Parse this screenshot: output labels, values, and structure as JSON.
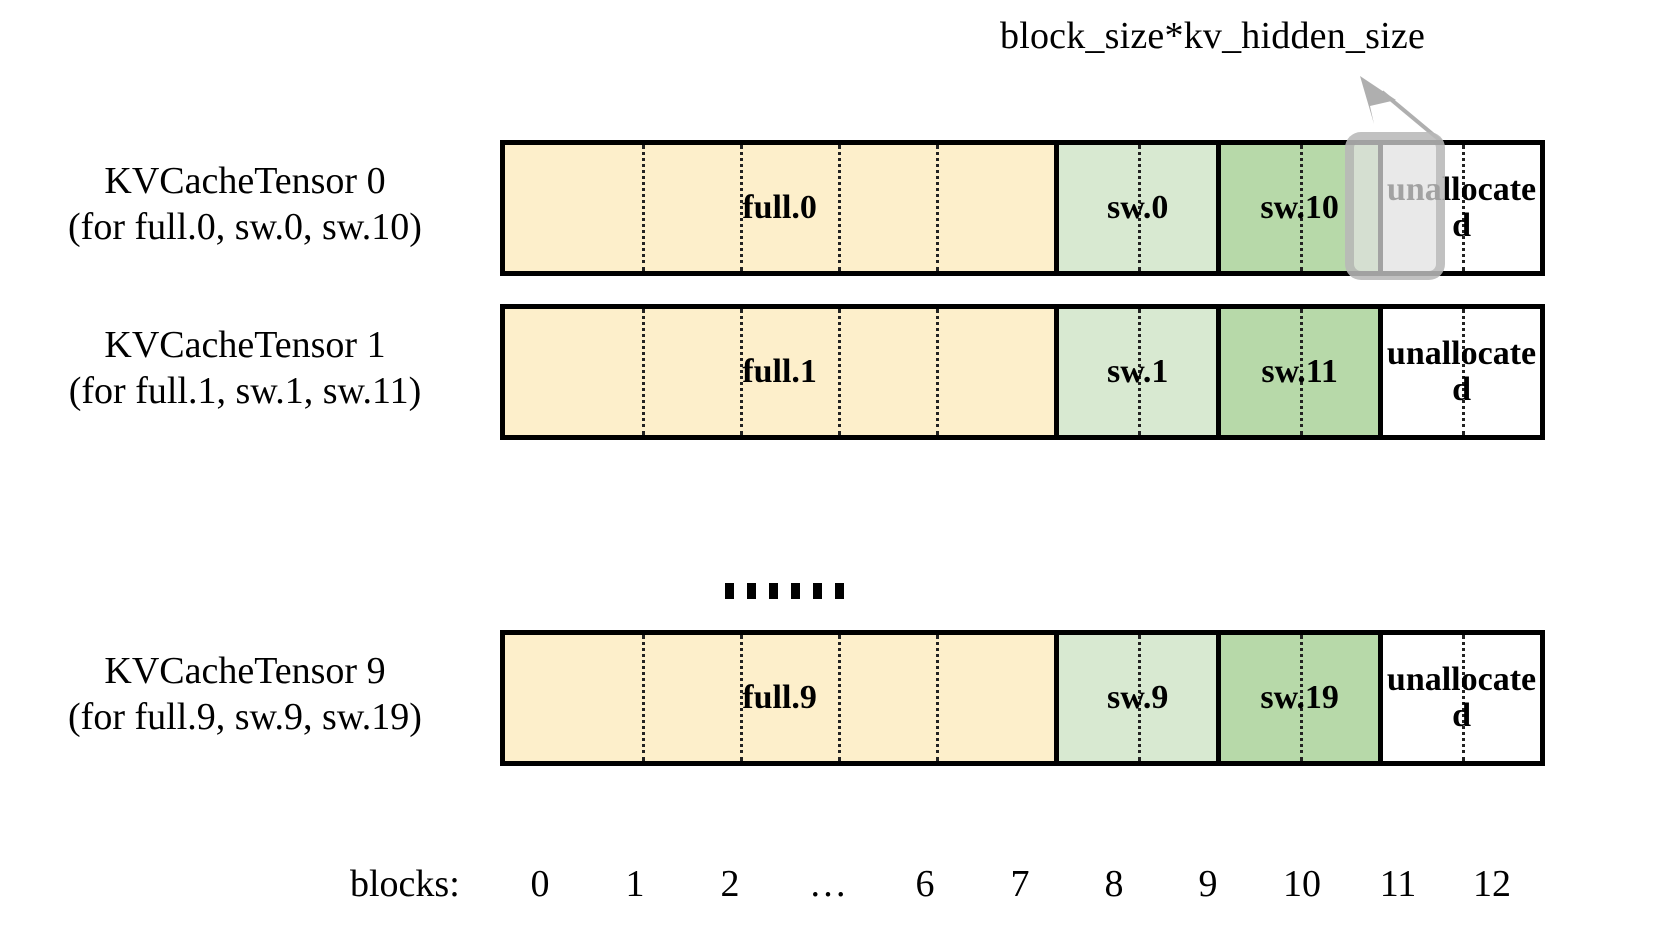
{
  "callout": {
    "label": "block_size*kv_hidden_size",
    "arrow_icon": "arrow-up-left-icon"
  },
  "colors": {
    "full_fill": "#FDEFCB",
    "sw_light_fill": "#D8E9D1",
    "sw_dark_fill": "#B7D9A9",
    "unallocated_fill": "#FFFFFF",
    "outline": "#000000",
    "highlight_overlay": "#E1E1E1",
    "highlight_border": "#A0A0A0"
  },
  "rows": [
    {
      "caption_line1": "KVCacheTensor 0",
      "caption_line2": "(for full.0, sw.0, sw.10)",
      "segments": [
        {
          "label": "full.0",
          "kind": "full",
          "blocks": 7
        },
        {
          "label": "sw.0",
          "kind": "sw_light",
          "blocks": 2
        },
        {
          "label": "sw.10",
          "kind": "sw_dark",
          "blocks": 2
        },
        {
          "label": "unallocated",
          "kind": "unallocated",
          "blocks": 2
        }
      ]
    },
    {
      "caption_line1": "KVCacheTensor 1",
      "caption_line2": "(for full.1, sw.1, sw.11)",
      "segments": [
        {
          "label": "full.1",
          "kind": "full",
          "blocks": 7
        },
        {
          "label": "sw.1",
          "kind": "sw_light",
          "blocks": 2
        },
        {
          "label": "sw.11",
          "kind": "sw_dark",
          "blocks": 2
        },
        {
          "label": "unallocated",
          "kind": "unallocated",
          "blocks": 2
        }
      ]
    },
    {
      "caption_line1": "KVCacheTensor 9",
      "caption_line2": "(for full.9, sw.9, sw.19)",
      "segments": [
        {
          "label": "full.9",
          "kind": "full",
          "blocks": 7
        },
        {
          "label": "sw.9",
          "kind": "sw_light",
          "blocks": 2
        },
        {
          "label": "sw.19",
          "kind": "sw_dark",
          "blocks": 2
        },
        {
          "label": "unallocated",
          "kind": "unallocated",
          "blocks": 2
        }
      ]
    }
  ],
  "ellipsis": {
    "dot_count": 6
  },
  "axis": {
    "title": "blocks:",
    "ticks": [
      "0",
      "1",
      "2",
      "…",
      "6",
      "7",
      "8",
      "9",
      "10",
      "11",
      "12"
    ]
  }
}
